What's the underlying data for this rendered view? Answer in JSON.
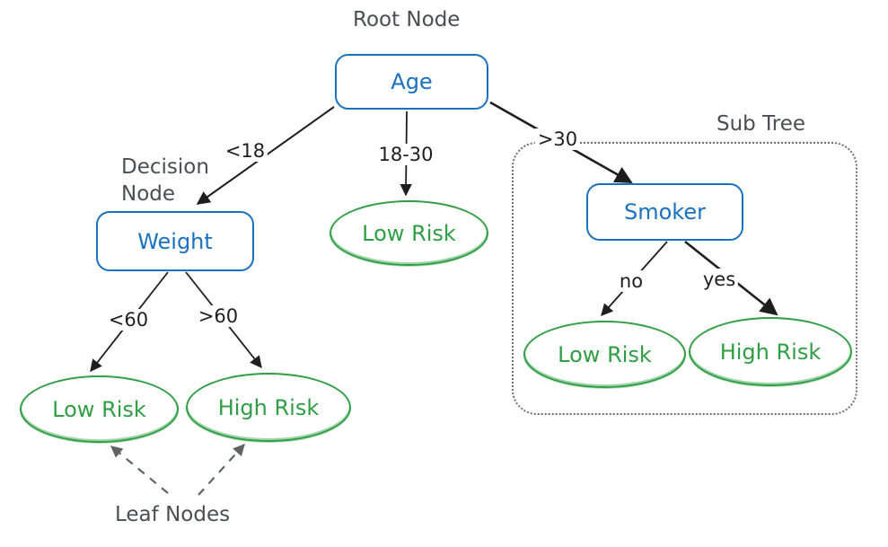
{
  "diagram": {
    "title_annotations": {
      "root_node": "Root Node",
      "decision_node": "Decision\nNode",
      "sub_tree": "Sub Tree",
      "leaf_nodes": "Leaf Nodes"
    },
    "nodes": {
      "age": "Age",
      "weight": "Weight",
      "smoker": "Smoker",
      "low_risk_mid": "Low Risk",
      "low_risk_left": "Low Risk",
      "high_risk_left": "High Risk",
      "low_risk_sub": "Low Risk",
      "high_risk_sub": "High Risk"
    },
    "edge_labels": {
      "age_lt18": "<18",
      "age_18_30": "18-30",
      "age_gt30": ">30",
      "weight_lt60": "<60",
      "weight_gt60": ">60",
      "smoker_no": "no",
      "smoker_yes": "yes"
    },
    "colors": {
      "decision_node_blue": "#1971c2",
      "leaf_node_green": "#2f9e44",
      "annotation_gray": "#4a4d52",
      "edge_black": "#1e1e1e",
      "subtree_border_gray": "#6b6e73",
      "pointer_arrow_gray": "#5f6368"
    }
  }
}
